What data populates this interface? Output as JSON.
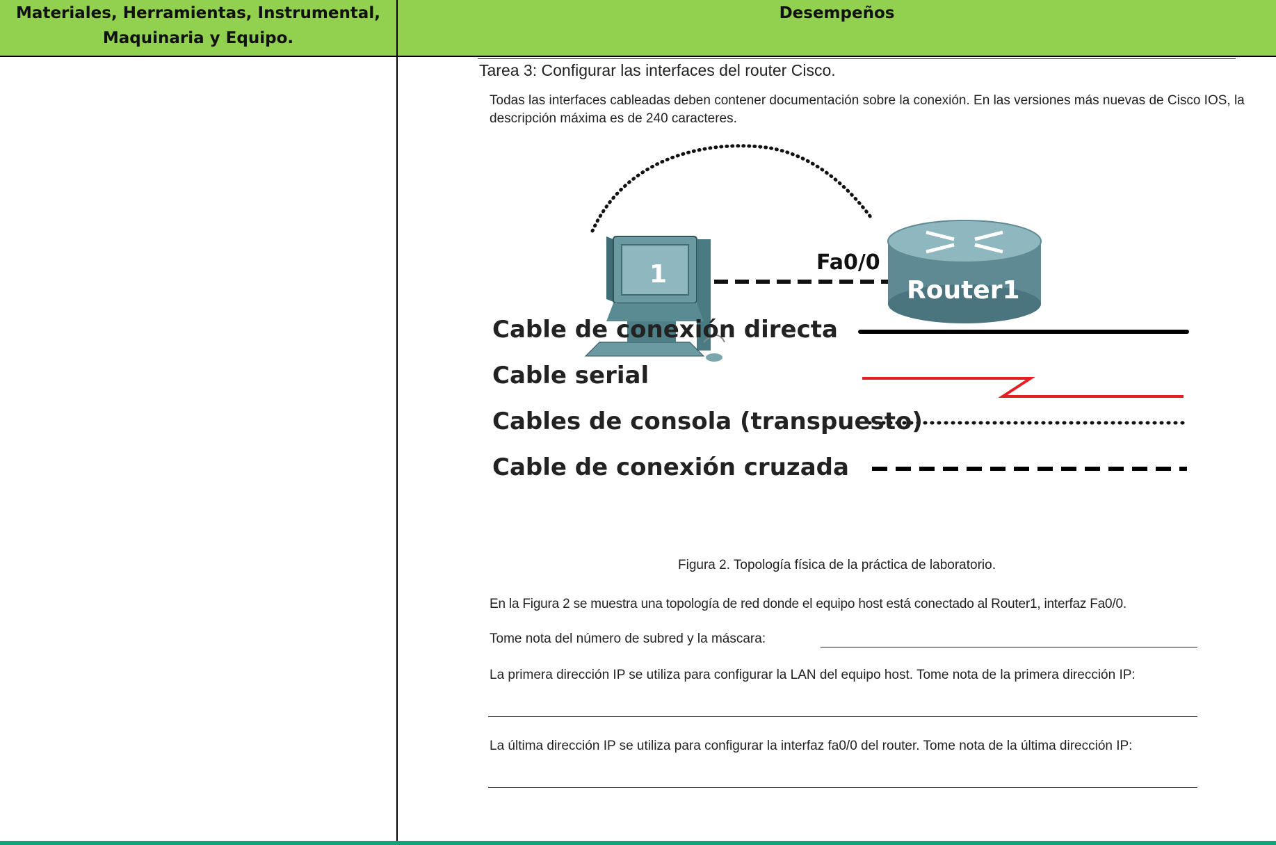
{
  "header": {
    "left_line1": "Materiales, Herramientas, Instrumental,",
    "left_line2": "Maquinaria y Equipo.",
    "right": "Desempeños"
  },
  "content": {
    "title": "Tarea 3: Configurar las interfaces del router Cisco.",
    "intro": "Todas las interfaces cableadas deben contener documentación sobre la conexión. En las versiones más nuevas de Cisco IOS, la descripción máxima es de 240 caracteres.",
    "figure": {
      "pc_label": "1",
      "interface_label": "Fa0/0",
      "router_label": "Router1",
      "legend": [
        "Cable de conexión directa",
        "Cable serial",
        "Cables de consola (transpuesto)",
        "Cable de conexión cruzada"
      ],
      "caption": "Figura 2. Topología física de la práctica de laboratorio.",
      "colors": {
        "router": "#5f8a93",
        "pc": "#6b9aa3",
        "serial": "#e31e24"
      }
    },
    "para1": "En la Figura 2 se muestra una topología de red donde el equipo host está conectado al Router1, interfaz Fa0/0.",
    "para2": "Tome nota del número de subred y la máscara:",
    "para3": "La primera dirección IP se utiliza para configurar la LAN del equipo host. Tome nota de la primera dirección IP:",
    "para4": "La última dirección IP se utiliza para configurar la interfaz fa0/0 del router. Tome nota de la última dirección IP:"
  }
}
